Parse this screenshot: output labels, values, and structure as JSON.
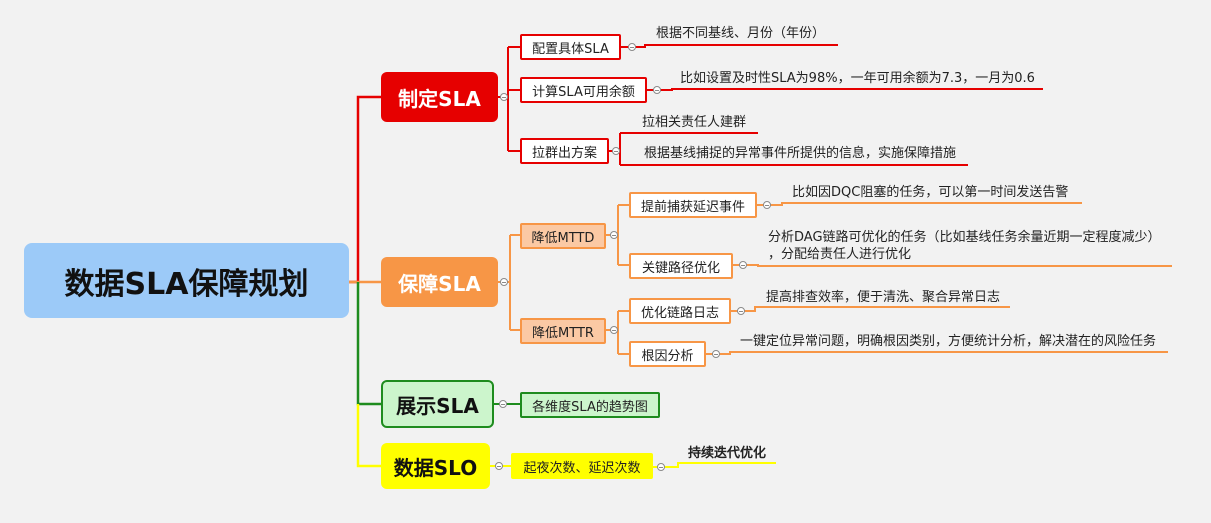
{
  "root": {
    "label": "数据SLA保障规划"
  },
  "branches": {
    "define": {
      "label": "制定SLA",
      "color": "#e60000",
      "children": {
        "config": {
          "label": "配置具体SLA",
          "note": "根据不同基线、月份（年份）"
        },
        "calc": {
          "label": "计算SLA可用余额",
          "note": "比如设置及时性SLA为98%，一年可用余额为7.3，一月为0.6"
        },
        "group": {
          "label": "拉群出方案",
          "notes": [
            "拉相关责任人建群",
            "根据基线捕捉的异常事件所提供的信息，实施保障措施"
          ]
        }
      }
    },
    "guarantee": {
      "label": "保障SLA",
      "color": "#f79646",
      "children": {
        "mttd": {
          "label": "降低MTTD",
          "items": {
            "early": {
              "label": "提前捕获延迟事件",
              "note": "比如因DQC阻塞的任务，可以第一时间发送告警"
            },
            "critical": {
              "label": "关键路径优化",
              "note_line1": "分析DAG链路可优化的任务（比如基线任务余量近期一定程度减少）",
              "note_line2": "，分配给责任人进行优化"
            }
          }
        },
        "mttr": {
          "label": "降低MTTR",
          "items": {
            "log": {
              "label": "优化链路日志",
              "note": "提高排查效率，便于清洗、聚合异常日志"
            },
            "root_cause": {
              "label": "根因分析",
              "note": "一键定位异常问题，明确根因类别，方便统计分析，解决潜在的风险任务"
            }
          }
        }
      }
    },
    "display": {
      "label": "展示SLA",
      "color": "#1e8c1e",
      "children": {
        "trend": {
          "label": "各维度SLA的趋势图"
        }
      }
    },
    "slo": {
      "label": "数据SLO",
      "color": "#ffff00",
      "children": {
        "count": {
          "label": "起夜次数、延迟次数",
          "note": "持续迭代优化"
        }
      }
    }
  }
}
